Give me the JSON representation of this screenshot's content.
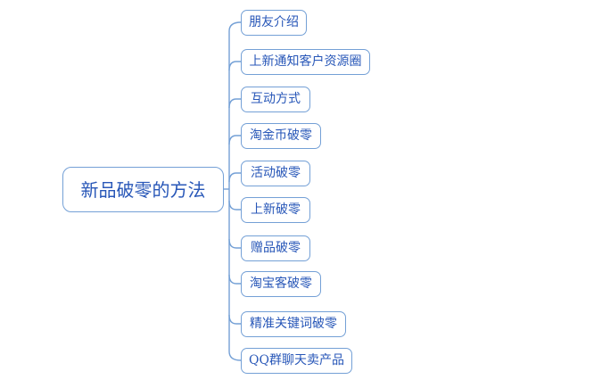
{
  "root": {
    "label": "新品破零的方法"
  },
  "branches": [
    {
      "label": "朋友介绍"
    },
    {
      "label": "上新通知客户资源圈"
    },
    {
      "label": "互动方式"
    },
    {
      "label": "淘金币破零"
    },
    {
      "label": "活动破零"
    },
    {
      "label": "上新破零"
    },
    {
      "label": "赠品破零"
    },
    {
      "label": "淘宝客破零"
    },
    {
      "label": "精准关键词破零"
    },
    {
      "label": "QQ群聊天卖产品"
    }
  ],
  "colors": {
    "background": "#ffffff",
    "node_border": "#74a0d6",
    "node_text": "#2857b8",
    "connector_line": "#74a0d6"
  }
}
